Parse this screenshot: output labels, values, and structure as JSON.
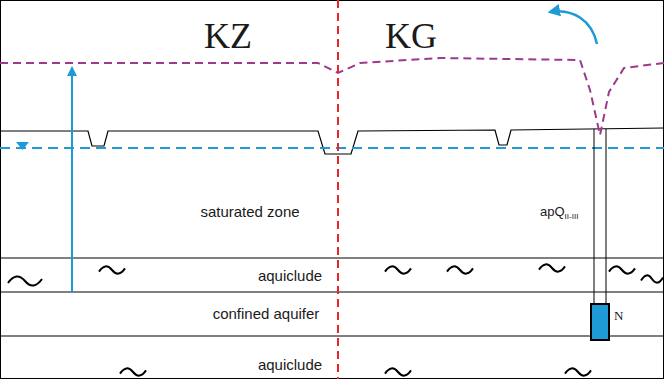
{
  "diagram": {
    "nodes": [
      {
        "text": [
          "saturated zone"
        ]
      },
      {
        "text": [
          "aquiclude"
        ]
      },
      {
        "text": [
          "confined aquifer"
        ]
      },
      {
        "text": [
          "aquiclude"
        ]
      }
    ],
    "labels": [
      "KZ",
      "KG",
      "apQ",
      "II-III",
      "N"
    ]
  }
}
